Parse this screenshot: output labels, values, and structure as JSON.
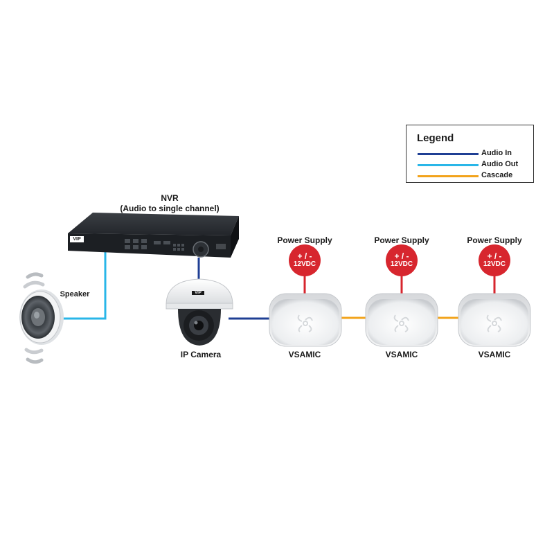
{
  "nvr": {
    "title": "NVR",
    "subtitle": "(Audio to single channel)",
    "brand": "VIP"
  },
  "speaker": {
    "label": "Speaker"
  },
  "camera": {
    "label": "IP Camera",
    "brand": "VIP"
  },
  "power_supplies": [
    {
      "label": "Power Supply",
      "polarity": "+ / -",
      "voltage": "12VDC"
    },
    {
      "label": "Power Supply",
      "polarity": "+ / -",
      "voltage": "12VDC"
    },
    {
      "label": "Power Supply",
      "polarity": "+ / -",
      "voltage": "12VDC"
    }
  ],
  "microphones": [
    {
      "label": "VSAMIC"
    },
    {
      "label": "VSAMIC"
    },
    {
      "label": "VSAMIC"
    }
  ],
  "legend": {
    "title": "Legend",
    "items": [
      {
        "label": "Audio In",
        "color": "#1f3f94"
      },
      {
        "label": "Audio Out",
        "color": "#29b6e8"
      },
      {
        "label": "Cascade",
        "color": "#f2a31b"
      }
    ]
  },
  "colors": {
    "power": "#d7262e",
    "audio_in": "#1f3f94",
    "audio_out": "#29b6e8",
    "cascade": "#f2a31b"
  }
}
